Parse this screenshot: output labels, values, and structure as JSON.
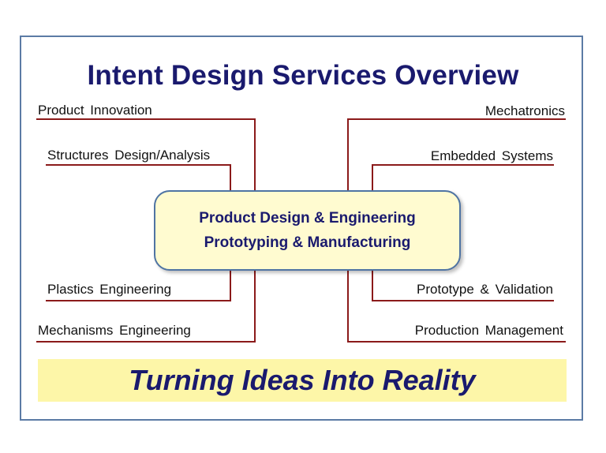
{
  "title": "Intent Design Services Overview",
  "center": {
    "line1": "Product Design & Engineering",
    "line2": "Prototyping & Manufacturing"
  },
  "services": {
    "product_innovation": "Product  Innovation",
    "structures": "Structures  Design/Analysis",
    "plastics": "Plastics  Engineering",
    "mechanisms": "Mechanisms  Engineering",
    "mechatronics": "Mechatronics",
    "embedded": "Embedded  Systems",
    "prototype": "Prototype  &  Validation",
    "production": "Production  Management"
  },
  "tagline": "Turning Ideas Into Reality",
  "colors": {
    "title": "#1a1a6e",
    "connector": "#8b1a1a",
    "center_fill": "#fffbd0",
    "center_border": "#4f74a3",
    "banner_fill": "#fdf6a8",
    "frame": "#5b7ba5"
  }
}
